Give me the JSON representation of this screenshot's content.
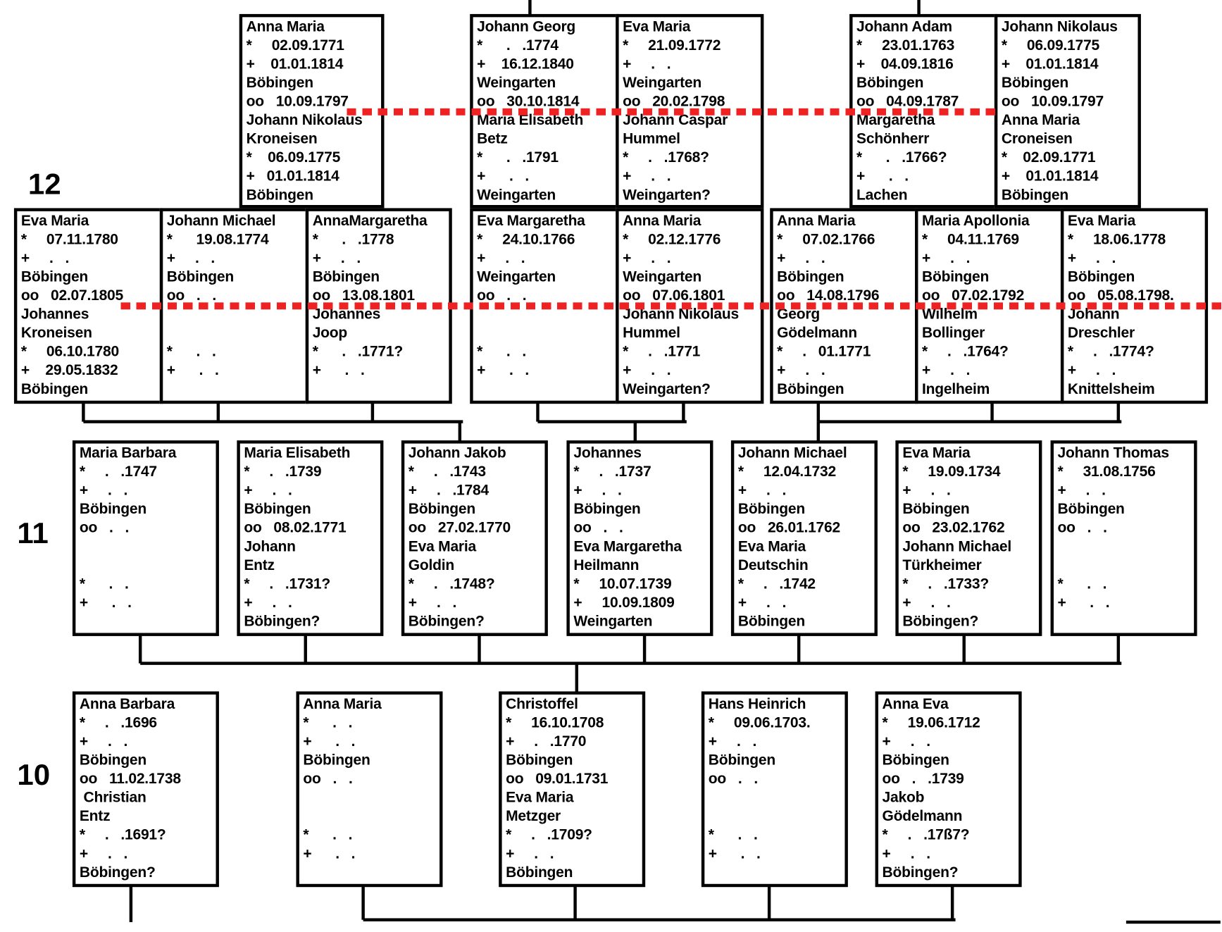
{
  "generation_labels": [
    "12",
    "11",
    "10"
  ],
  "colors": {
    "line": "#000000",
    "marker": "#ee2222"
  },
  "boxes": [
    {
      "lines": [
        "Anna Maria",
        "*     02.09.1771",
        "+    01.01.1814",
        "Böbingen",
        "oo   10.09.1797",
        "Johann Nikolaus",
        "Kroneisen",
        "*    06.09.1775",
        "+   01.01.1814",
        "Böbingen"
      ]
    },
    {
      "lines": [
        "Johann Georg",
        "*      .   .1774",
        "+    16.12.1840",
        "Weingarten",
        "oo   30.10.1814",
        "Maria Elisabeth",
        "Betz",
        "*      .   .1791",
        "+      .   .",
        "Weingarten"
      ]
    },
    {
      "lines": [
        "Eva Maria",
        "*     21.09.1772",
        "+     .   .",
        "Weingarten",
        "oo   20.02.1798",
        "Johann Caspar",
        "Hummel",
        "*     .   .1768?",
        "+     .   .",
        "Weingarten?"
      ]
    },
    {
      "lines": [
        "Johann Adam",
        "*     23.01.1763",
        "+    04.09.1816",
        "Böbingen",
        "oo   04.09.1787",
        "Margaretha",
        "Schönherr",
        "*      .   .1766?",
        "+      .   .",
        "Lachen"
      ]
    },
    {
      "lines": [
        "Johann Nikolaus",
        "*     06.09.1775",
        "+    01.01.1814",
        "Böbingen",
        "oo   10.09.1797",
        "Anna Maria",
        "Croneisen",
        "*    02.09.1771",
        "+    01.01.1814",
        "Böbingen"
      ]
    },
    {
      "lines": [
        "Eva Maria",
        "*     07.11.1780",
        "+     .   .",
        "Böbingen",
        "oo   02.07.1805",
        "Johannes",
        "Kroneisen",
        "*     06.10.1780",
        "+    29.05.1832",
        "Böbingen"
      ]
    },
    {
      "lines": [
        "Johann Michael",
        "*      19.08.1774",
        "+     .   .",
        "Böbingen",
        "oo   .   .",
        "",
        "",
        "*      .   .",
        "+      .   .",
        ""
      ]
    },
    {
      "lines": [
        "AnnaMargaretha",
        "*      .   .1778",
        "+     .   .",
        "Böbingen",
        "oo   13.08.1801",
        "Johannes",
        "Joop",
        "*      .   .1771?",
        "+      .   .",
        ""
      ]
    },
    {
      "lines": [
        "Eva Margaretha",
        "*     24.10.1766",
        "+     .   .",
        "Weingarten",
        "oo   .   .",
        "",
        "",
        "*      .   .",
        "+      .   .",
        ""
      ]
    },
    {
      "lines": [
        "Anna Maria",
        "*     02.12.1776",
        "+     .   .",
        "Weingarten",
        "oo   07.06.1801",
        "Johann Nikolaus",
        "Hummel",
        "*     .   .1771",
        "+     .   .",
        "Weingarten?"
      ]
    },
    {
      "lines": [
        "Anna Maria",
        "*     07.02.1766",
        "+     .   .",
        "Böbingen",
        "oo   14.08.1796",
        "Georg",
        "Gödelmann",
        "*     .   01.1771",
        "+     .   .",
        "Böbingen"
      ]
    },
    {
      "lines": [
        "Maria Apollonia",
        "*     04.11.1769",
        "+     .   .",
        "Böbingen",
        "oo   07.02.1792",
        "Wilhelm",
        "Bollinger",
        "*     .   .1764?",
        "+     .   .",
        "Ingelheim"
      ]
    },
    {
      "lines": [
        "Eva Maria",
        "*     18.06.1778",
        "+     .   .",
        "Böbingen",
        "oo   05.08.1798.",
        "Johann",
        "Dreschler",
        "*     .   .1774?",
        "+     .   .",
        "Knittelsheim"
      ]
    },
    {
      "lines": [
        "Maria Barbara",
        "*     .   .1747",
        "+     .   .",
        "Böbingen",
        "oo   .   .",
        "",
        "",
        "*      .   .",
        "+      .   .",
        ""
      ]
    },
    {
      "lines": [
        "Maria Elisabeth",
        "*     .   .1739",
        "+     .   .",
        "Böbingen",
        "oo   08.02.1771",
        "Johann",
        "Entz",
        "*     .   .1731?",
        "+     .   .",
        "Böbingen?"
      ]
    },
    {
      "lines": [
        "Johann Jakob",
        "*     .   .1743",
        "+     .   .1784",
        "Böbingen",
        "oo   27.02.1770",
        "Eva Maria",
        "Goldin",
        "*     .   .1748?",
        "+     .   .",
        "Böbingen?"
      ]
    },
    {
      "lines": [
        "Johannes",
        "*     .   .1737",
        "+     .   .",
        "Böbingen",
        "oo   .   .",
        "Eva Margaretha",
        "Heilmann",
        "*     10.07.1739",
        "+     10.09.1809",
        "Weingarten"
      ]
    },
    {
      "lines": [
        "Johann Michael",
        "*     12.04.1732",
        "+     .   .",
        "Böbingen",
        "oo   26.01.1762",
        "Eva Maria",
        "Deutschin",
        "*     .   .1742",
        "+     .   .",
        "Böbingen"
      ]
    },
    {
      "lines": [
        "Eva Maria",
        "*     19.09.1734",
        "+     .   .",
        "Böbingen",
        "oo   23.02.1762",
        "Johann Michael",
        "Türkheimer",
        "*     .   .1733?",
        "+     .   .",
        "Böbingen?"
      ]
    },
    {
      "lines": [
        "Johann Thomas",
        "*     31.08.1756",
        "+     .   .",
        "Böbingen",
        "oo   .   .",
        "",
        "",
        "*      .   .",
        "+      .   .",
        ""
      ]
    },
    {
      "lines": [
        "Anna Barbara",
        "*     .   .1696",
        "+     .   .",
        "Böbingen",
        "oo   11.02.1738",
        " Christian",
        "Entz",
        "*     .   .1691?",
        "+     .   .",
        "Böbingen?"
      ]
    },
    {
      "lines": [
        "Anna Maria",
        "*      .   .",
        "+      .   .",
        "Böbingen",
        "oo   .   .",
        "",
        "",
        "*      .   .",
        "+      .   .",
        ""
      ]
    },
    {
      "lines": [
        "Christoffel",
        "*     16.10.1708",
        "+     .   .1770",
        "Böbingen",
        "oo   09.01.1731",
        "Eva Maria",
        "Metzger",
        "*     .   .1709?",
        "+     .   .",
        "Böbingen"
      ]
    },
    {
      "lines": [
        "Hans Heinrich",
        "*     09.06.1703.",
        "+     .   .",
        "Böbingen",
        "oo   .   .",
        "",
        "",
        "*      .   .",
        "+      .   .",
        ""
      ]
    },
    {
      "lines": [
        "Anna Eva",
        "*     19.06.1712",
        "+     .   .",
        "Böbingen",
        "oo   .   .1739",
        "Jakob",
        "Gödelmann",
        "*     .   .17ß7?",
        "+     .   .",
        "Böbingen?"
      ]
    }
  ]
}
